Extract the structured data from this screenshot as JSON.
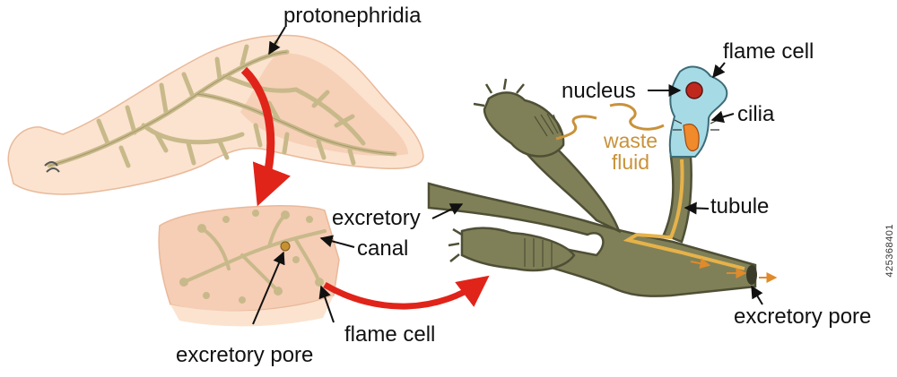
{
  "labels": {
    "protonephridia": "protonephridia",
    "flame_cell_top": "flame cell",
    "nucleus": "nucleus",
    "cilia": "cilia",
    "waste_fluid_1": "waste",
    "waste_fluid_2": "fluid",
    "tubule": "tubule",
    "excretory": "excretory",
    "canal": "canal",
    "excretory_pore_right": "excretory pore",
    "excretory_pore_bottom": "excretory pore",
    "flame_cell_bottom": "flame cell"
  },
  "stock_id": "425368401",
  "colors": {
    "body_outer": "#fbe3cf",
    "body_inner": "#f6cdb5",
    "network": "#c8b98a",
    "network_dark": "#8c8158",
    "tube": "#808058",
    "tube_dark": "#55553a",
    "flame_cell": "#a6dbe6",
    "nucleus": "#c0281e",
    "cilia": "#f08a2a",
    "arrow": "#e0241a",
    "waste": "#c9923a"
  },
  "icons": [
    "red-curved-arrow",
    "label-pointer-arrow",
    "fluid-flow-arrow"
  ]
}
